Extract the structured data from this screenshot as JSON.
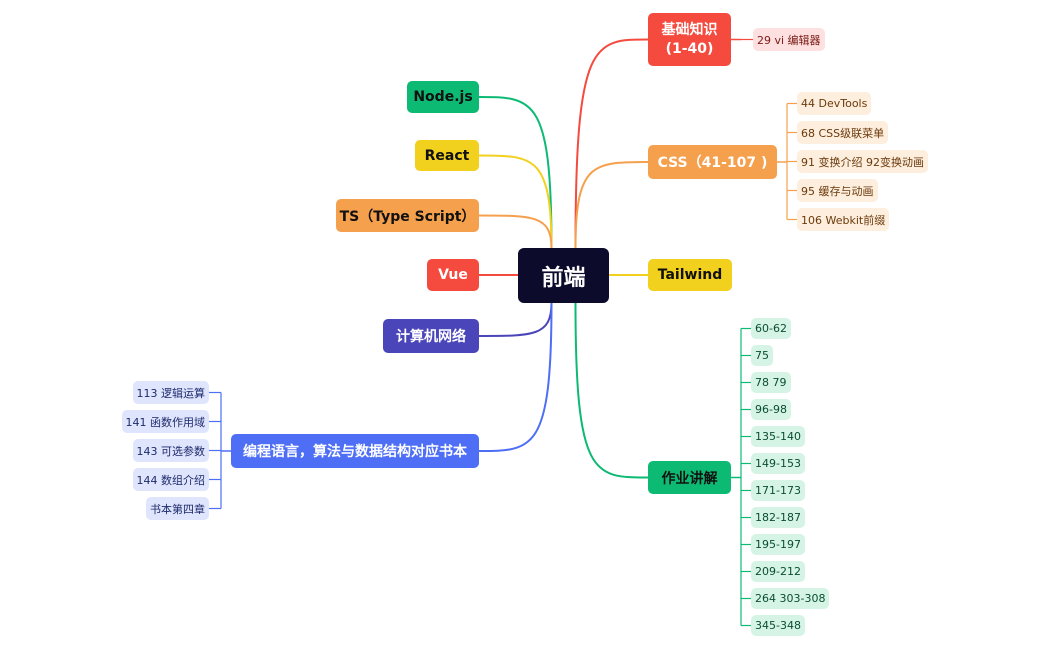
{
  "root": {
    "label": "前端"
  },
  "branches": {
    "basics": {
      "label": "基础知识\n(1-40)",
      "color": "#f54b3f",
      "children": [
        "29 vi 编辑器"
      ]
    },
    "css": {
      "label": "CSS（41-107 )",
      "color": "#f5a04d",
      "children": [
        "44 DevTools",
        "68 CSS级联菜单",
        "91 变换介绍 92变换动画",
        "95 缓存与动画",
        "106 Webkit前缀"
      ]
    },
    "tailwind": {
      "label": "Tailwind",
      "color": "#f2d01e"
    },
    "homework": {
      "label": "作业讲解",
      "color": "#0dba73",
      "children": [
        "60-62",
        "75",
        "78 79",
        "96-98",
        "135-140",
        "149-153",
        "171-173",
        "182-187",
        "195-197",
        "209-212",
        "264 303-308",
        "345-348"
      ]
    },
    "nodejs": {
      "label": "Node.js",
      "color": "#0dba73"
    },
    "react": {
      "label": "React",
      "color": "#f2d01e"
    },
    "ts": {
      "label": "TS（Type Script）",
      "color": "#f5a04d"
    },
    "vue": {
      "label": "Vue",
      "color": "#f54b3f"
    },
    "network": {
      "label": "计算机网络",
      "color": "#4a45b8"
    },
    "lang": {
      "label": "编程语言，算法与数据结构对应书本",
      "color": "#4d6ef5",
      "children": [
        "113 逻辑运算",
        "141 函数作用域",
        "143 可选参数",
        "144 数组介绍",
        "书本第四章"
      ]
    }
  }
}
